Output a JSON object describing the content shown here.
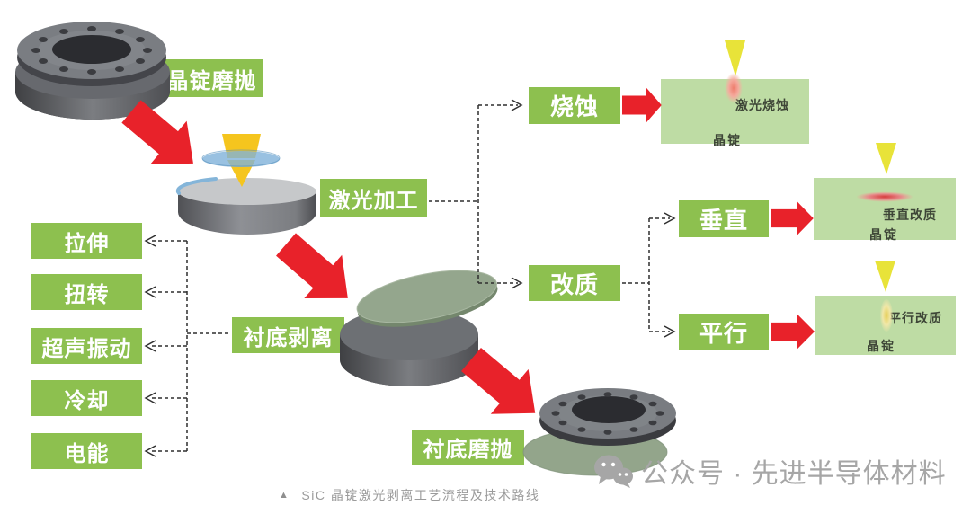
{
  "colors": {
    "label_green": "#8dc04f",
    "panel_green": "#bedca4",
    "arrow_red": "#e8222a",
    "laser_yellow": "#e8e339",
    "caption_gray": "#9b9b9b",
    "watermark_gray": "#a6a6a6"
  },
  "flow": {
    "ingot_polish": "晶锭磨抛",
    "laser_processing": "激光加工",
    "ablation": "烧蚀",
    "modification": "改质",
    "vertical": "垂直",
    "parallel": "平行",
    "substrate_liftoff": "衬底剥离",
    "substrate_polish": "衬底磨抛"
  },
  "assist_methods": [
    "拉伸",
    "扭转",
    "超声振动",
    "冷却",
    "电能"
  ],
  "panels": [
    {
      "title": "激光烧蚀",
      "label": "晶锭"
    },
    {
      "title": "垂直改质",
      "label": "晶锭"
    },
    {
      "title": "平行改质",
      "label": "晶锭"
    }
  ],
  "caption": {
    "marker": "▲",
    "text": "SiC 晶锭激光剥离工艺流程及技术路线"
  },
  "watermark": {
    "icon": "wechat-icon",
    "text": "公众号 · 先进半导体材料"
  }
}
